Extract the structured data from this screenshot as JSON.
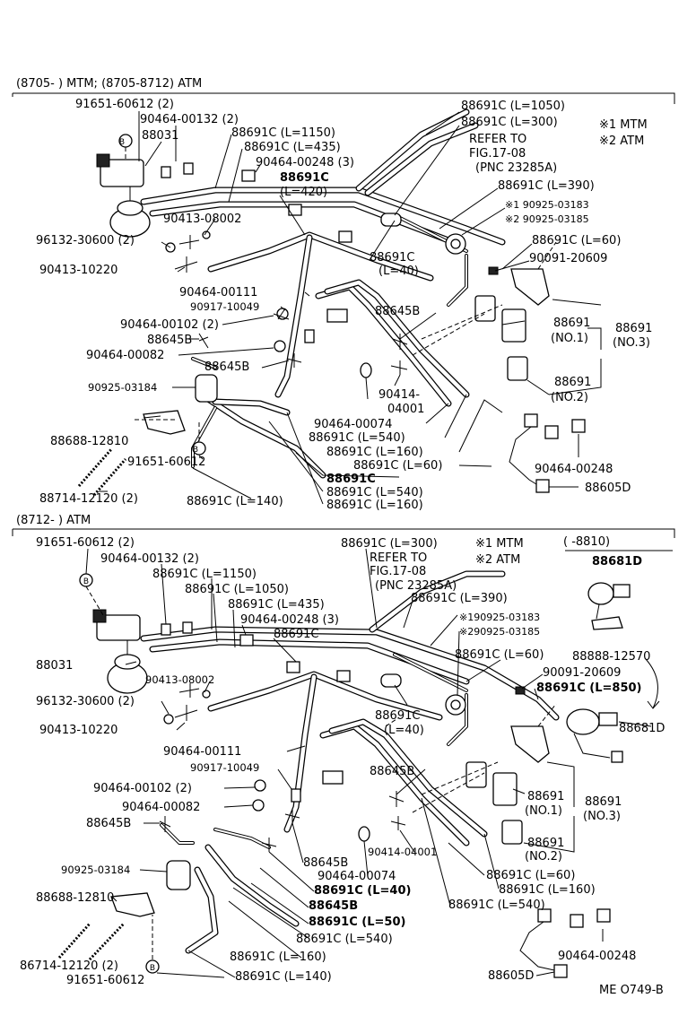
{
  "section1": {
    "header": "(8705-       ) MTM; (8705-8712) ATM",
    "legend": {
      "mtm": "※1  MTM",
      "atm": "※2  ATM"
    },
    "labels": [
      {
        "id": "s1-91651-top",
        "text": "91651-60612 (2)"
      },
      {
        "id": "s1-90464-00132",
        "text": "90464-00132 (2)"
      },
      {
        "id": "s1-88031",
        "text": "88031"
      },
      {
        "id": "s1-88691c-1150",
        "text": "88691C (L=1150)"
      },
      {
        "id": "s1-88691c-435",
        "text": "88691C (L=435)"
      },
      {
        "id": "s1-90464-00248-3",
        "text": "90464-00248 (3)"
      },
      {
        "id": "s1-88691c-bold",
        "text": "88691C"
      },
      {
        "id": "s1-l420",
        "text": "(L=420)"
      },
      {
        "id": "s1-88691c-1050",
        "text": "88691C (L=1050)"
      },
      {
        "id": "s1-88691c-300",
        "text": "88691C (L=300)"
      },
      {
        "id": "s1-refer",
        "text": "REFER  TO"
      },
      {
        "id": "s1-fig",
        "text": "FIG.17-08"
      },
      {
        "id": "s1-pnc",
        "text": "(PNC  23285A)"
      },
      {
        "id": "s1-88691c-390",
        "text": "88691C (L=390)"
      },
      {
        "id": "s1-90925-03183",
        "text": "※1 90925-03183"
      },
      {
        "id": "s1-90925-03185",
        "text": "※2 90925-03185"
      },
      {
        "id": "s1-88691c-60",
        "text": "88691C (L=60)"
      },
      {
        "id": "s1-90091-20609",
        "text": "90091-20609"
      },
      {
        "id": "s1-90413-08002",
        "text": "90413-08002"
      },
      {
        "id": "s1-96132",
        "text": "96132-30600 (2)"
      },
      {
        "id": "s1-90413-10220",
        "text": "90413-10220"
      },
      {
        "id": "s1-88691c-l40-code",
        "text": "88691C"
      },
      {
        "id": "s1-l40",
        "text": "(L=40)"
      },
      {
        "id": "s1-90464-00111",
        "text": "90464-00111"
      },
      {
        "id": "s1-90917",
        "text": "90917-10049"
      },
      {
        "id": "s1-90464-00102",
        "text": "90464-00102 (2)"
      },
      {
        "id": "s1-88645b-a",
        "text": "88645B"
      },
      {
        "id": "s1-90464-00082",
        "text": "90464-00082"
      },
      {
        "id": "s1-88645b-b",
        "text": "88645B"
      },
      {
        "id": "s1-88645b-c",
        "text": "88645B"
      },
      {
        "id": "s1-88691-no1-code",
        "text": "88691"
      },
      {
        "id": "s1-no1",
        "text": "(NO.1)"
      },
      {
        "id": "s1-88691-no3-code",
        "text": "88691"
      },
      {
        "id": "s1-no3",
        "text": "(NO.3)"
      },
      {
        "id": "s1-88691-no2-code",
        "text": "88691"
      },
      {
        "id": "s1-no2",
        "text": "(NO.2)"
      },
      {
        "id": "s1-90925-03184",
        "text": "90925-03184"
      },
      {
        "id": "s1-90414",
        "text": "90414-"
      },
      {
        "id": "s1-04001",
        "text": "04001"
      },
      {
        "id": "s1-90464-00074",
        "text": "90464-00074"
      },
      {
        "id": "s1-88691c-540-a",
        "text": "88691C (L=540)"
      },
      {
        "id": "s1-88691c-160-a",
        "text": "88691C (L=160)"
      },
      {
        "id": "s1-88691c-60-b",
        "text": "88691C (L=60)"
      },
      {
        "id": "s1-88688",
        "text": "88688-12810"
      },
      {
        "id": "s1-88691c-bold-b",
        "text": "88691C"
      },
      {
        "id": "s1-91651-bottom",
        "text": "91651-60612"
      },
      {
        "id": "s1-88714",
        "text": "88714-12120 (2)"
      },
      {
        "id": "s1-88691c-140",
        "text": "88691C (L=140)"
      },
      {
        "id": "s1-88691c-540-b",
        "text": "88691C (L=540)"
      },
      {
        "id": "s1-88691c-160-b",
        "text": "88691C (L=160)"
      },
      {
        "id": "s1-90464-00248",
        "text": "90464-00248"
      },
      {
        "id": "s1-88605d",
        "text": "88605D"
      }
    ]
  },
  "section2": {
    "header": "(8712-        ) ATM",
    "legend": {
      "mtm": "※1  MTM",
      "atm": "※2  ATM"
    },
    "inset_header": "(          -8810)",
    "labels": [
      {
        "id": "s2-91651-top",
        "text": "91651-60612 (2)"
      },
      {
        "id": "s2-90464-00132",
        "text": "90464-00132 (2)"
      },
      {
        "id": "s2-88691c-1150",
        "text": "88691C (L=1150)"
      },
      {
        "id": "s2-88691c-1050",
        "text": "88691C (L=1050)"
      },
      {
        "id": "s2-88691c-435",
        "text": "88691C (L=435)"
      },
      {
        "id": "s2-90464-00248-3",
        "text": "90464-00248 (3)"
      },
      {
        "id": "s2-88691c-plain",
        "text": "88691C"
      },
      {
        "id": "s2-88691c-300",
        "text": "88691C (L=300)"
      },
      {
        "id": "s2-refer",
        "text": "REFER  TO"
      },
      {
        "id": "s2-fig",
        "text": "FIG.17-08"
      },
      {
        "id": "s2-pnc",
        "text": "(PNC  23285A)"
      },
      {
        "id": "s2-88691c-390",
        "text": "88691C (L=390)"
      },
      {
        "id": "s2-90925-03183",
        "text": "※190925-03183"
      },
      {
        "id": "s2-90925-03185",
        "text": "※290925-03185"
      },
      {
        "id": "s2-88691c-60",
        "text": "88691C (L=60)"
      },
      {
        "id": "s2-90091-20609",
        "text": "90091-20609"
      },
      {
        "id": "s2-88691c-850",
        "text": "88691C (L=850)"
      },
      {
        "id": "s2-88681d-inset",
        "text": "88681D"
      },
      {
        "id": "s2-88888",
        "text": "88888-12570"
      },
      {
        "id": "s2-88681d",
        "text": "88681D"
      },
      {
        "id": "s2-88031",
        "text": "88031"
      },
      {
        "id": "s2-90413-08002",
        "text": "90413-08002"
      },
      {
        "id": "s2-96132",
        "text": "96132-30600 (2)"
      },
      {
        "id": "s2-90413-10220",
        "text": "90413-10220"
      },
      {
        "id": "s2-88691c-l40-code",
        "text": "88691C"
      },
      {
        "id": "s2-l40",
        "text": "(L=40)"
      },
      {
        "id": "s2-90464-00111",
        "text": "90464-00111"
      },
      {
        "id": "s2-90917",
        "text": "90917-10049"
      },
      {
        "id": "s2-90464-00102",
        "text": "90464-00102 (2)"
      },
      {
        "id": "s2-90464-00082",
        "text": "90464-00082"
      },
      {
        "id": "s2-88645b-a",
        "text": "88645B"
      },
      {
        "id": "s2-88645b-b",
        "text": "88645B"
      },
      {
        "id": "s2-88691-no1-code",
        "text": "88691"
      },
      {
        "id": "s2-no1",
        "text": "(NO.1)"
      },
      {
        "id": "s2-88691-no3-code",
        "text": "88691"
      },
      {
        "id": "s2-no3",
        "text": "(NO.3)"
      },
      {
        "id": "s2-88691-no2-code",
        "text": "88691"
      },
      {
        "id": "s2-no2",
        "text": "(NO.2)"
      },
      {
        "id": "s2-90925-03184",
        "text": "90925-03184"
      },
      {
        "id": "s2-88645b-c",
        "text": "88645B"
      },
      {
        "id": "s2-90464-00074",
        "text": "90464-00074"
      },
      {
        "id": "s2-90414",
        "text": "90414-04001"
      },
      {
        "id": "s2-88691c-60-b",
        "text": "88691C (L=60)"
      },
      {
        "id": "s2-88691c-40-bold",
        "text": "88691C (L=40)"
      },
      {
        "id": "s2-88691c-160-a",
        "text": "88691C (L=160)"
      },
      {
        "id": "s2-88645b-d",
        "text": "88645B"
      },
      {
        "id": "s2-88691c-540-a",
        "text": "88691C (L=540)"
      },
      {
        "id": "s2-88688",
        "text": "88688-12810"
      },
      {
        "id": "s2-88691c-50",
        "text": "88691C (L=50)"
      },
      {
        "id": "s2-88691c-540-b",
        "text": "88691C (L=540)"
      },
      {
        "id": "s2-88714",
        "text": "86714-12120 (2)"
      },
      {
        "id": "s2-88691c-160-b",
        "text": "88691C (L=160)"
      },
      {
        "id": "s2-91651-bottom",
        "text": "91651-60612"
      },
      {
        "id": "s2-88691c-140",
        "text": "88691C (L=140)"
      },
      {
        "id": "s2-90464-00248",
        "text": "90464-00248"
      },
      {
        "id": "s2-88605d",
        "text": "88605D"
      }
    ]
  },
  "footer": {
    "code": "ME O749-B"
  },
  "circle_marks": {
    "b": "B"
  }
}
